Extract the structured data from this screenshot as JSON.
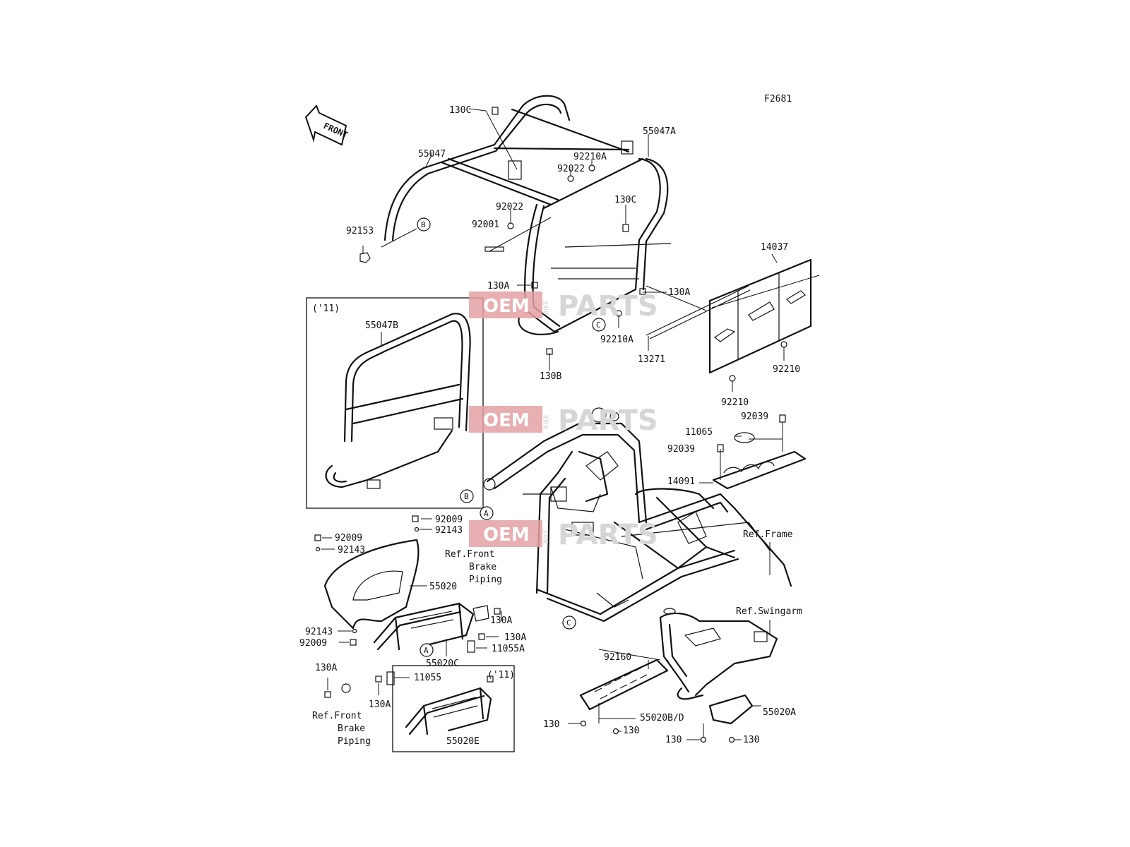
{
  "figure_code": "F2681",
  "front_arrow_label": "FRONT",
  "watermark": {
    "oem": "OEM",
    "bike": "BIKE",
    "parts": "PARTS"
  },
  "variant_boxes": {
    "box_1": "('11)",
    "box_2": "('11)"
  },
  "callouts": {
    "a": "A",
    "b": "B",
    "c": "C"
  },
  "parts": {
    "p130c_top": "130C",
    "p55047": "55047",
    "p55047a": "55047A",
    "p92210a_top": "92210A",
    "p92022_a": "92022",
    "p92022_b": "92022",
    "p92001": "92001",
    "p130c_mid": "130C",
    "p92153": "92153",
    "p14037": "14037",
    "p130a_1": "130A",
    "p130a_2": "130A",
    "p92210a_bot": "92210A",
    "p13271": "13271",
    "p130b": "130B",
    "p92210_a": "92210",
    "p92210_b": "92210",
    "p55047b": "55047B",
    "p92039_a": "92039",
    "p11065": "11065",
    "p92039_b": "92039",
    "p14091": "14091",
    "p92009_a": "92009",
    "p92143_a": "92143",
    "p92009_b": "92009",
    "p92143_b": "92143",
    "p55020": "55020",
    "p130a_3": "130A",
    "p130a_4": "130A",
    "p11055a": "11055A",
    "p92143_c": "92143",
    "p92009_c": "92009",
    "p55020c": "55020C",
    "p11055": "11055",
    "p130a_5": "130A",
    "p130a_6": "130A",
    "p55020e": "55020E",
    "p92160": "92160",
    "p55020bd": "55020B/D",
    "p130_1": "130",
    "p130_2": "130",
    "p130_3": "130",
    "p130_4": "130",
    "p55020a": "55020A"
  },
  "references": {
    "front_brake_1": [
      "Ref.Front",
      "Brake",
      "Piping"
    ],
    "front_brake_2": [
      "Ref.Front",
      "Brake",
      "Piping"
    ],
    "frame": "Ref.Frame",
    "swingarm": "Ref.Swingarm"
  }
}
